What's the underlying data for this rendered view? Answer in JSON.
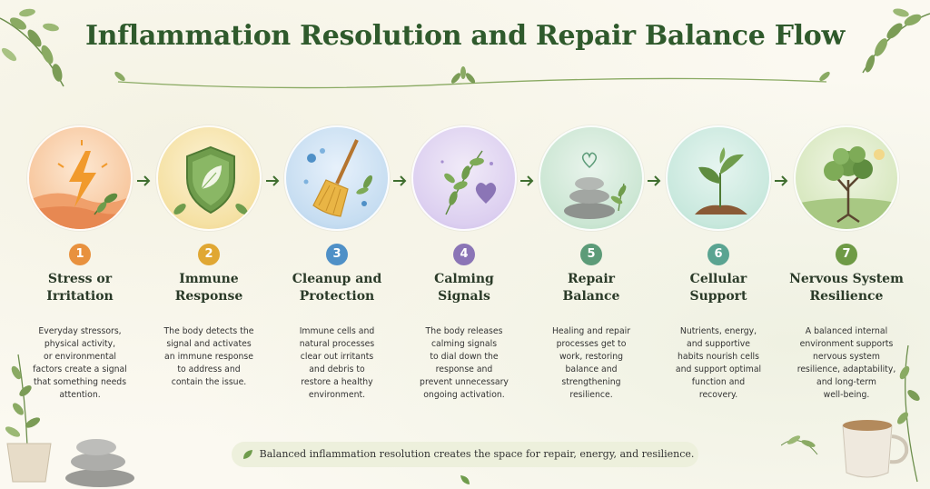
{
  "title": "Inflammation Resolution and Repair Balance Flow",
  "colors": {
    "title": "#2f5a2c",
    "arrow": "#3f6e2f",
    "step1": "#e8913e",
    "step2": "#e0a733",
    "step3": "#4f90c7",
    "step4": "#8b75b6",
    "step5": "#5c9b78",
    "step6": "#5aa491",
    "step7": "#6e9a45"
  },
  "steps": [
    {
      "number": "1",
      "title": "Stress or\nIrritation",
      "description": "Everyday stressors,\nphysical activity,\nor environmental\nfactors create a signal\nthat something needs\nattention.",
      "icon": "lightning-leaf-icon"
    },
    {
      "number": "2",
      "title": "Immune\nResponse",
      "description": "The body detects the\nsignal and activates\nan immune response\nto address and\ncontain the issue.",
      "icon": "shield-leaf-icon"
    },
    {
      "number": "3",
      "title": "Cleanup and\nProtection",
      "description": "Immune cells and\nnatural processes\nclear out irritants\nand debris to\nrestore a healthy\nenvironment.",
      "icon": "broom-icon"
    },
    {
      "number": "4",
      "title": "Calming\nSignals",
      "description": "The body releases\ncalming signals\nto dial down the\nresponse and\nprevent unnecessary\nongoing activation.",
      "icon": "heart-branch-icon"
    },
    {
      "number": "5",
      "title": "Repair\nBalance",
      "description": "Healing and repair\nprocesses get to\nwork, restoring\nbalance and\nstrengthening\nresilience.",
      "icon": "stacked-stones-icon"
    },
    {
      "number": "6",
      "title": "Cellular\nSupport",
      "description": "Nutrients, energy,\nand supportive\nhabits nourish cells\nand support optimal\nfunction and\nrecovery.",
      "icon": "sprout-icon"
    },
    {
      "number": "7",
      "title": "Nervous System\nResilience",
      "description": "A balanced internal\nenvironment supports\nnervous system\nresilience, adaptability,\nand long-term\nwell-being.",
      "icon": "tree-icon"
    }
  ],
  "banner": "Balanced inflammation resolution creates the space for repair, energy, and resilience."
}
